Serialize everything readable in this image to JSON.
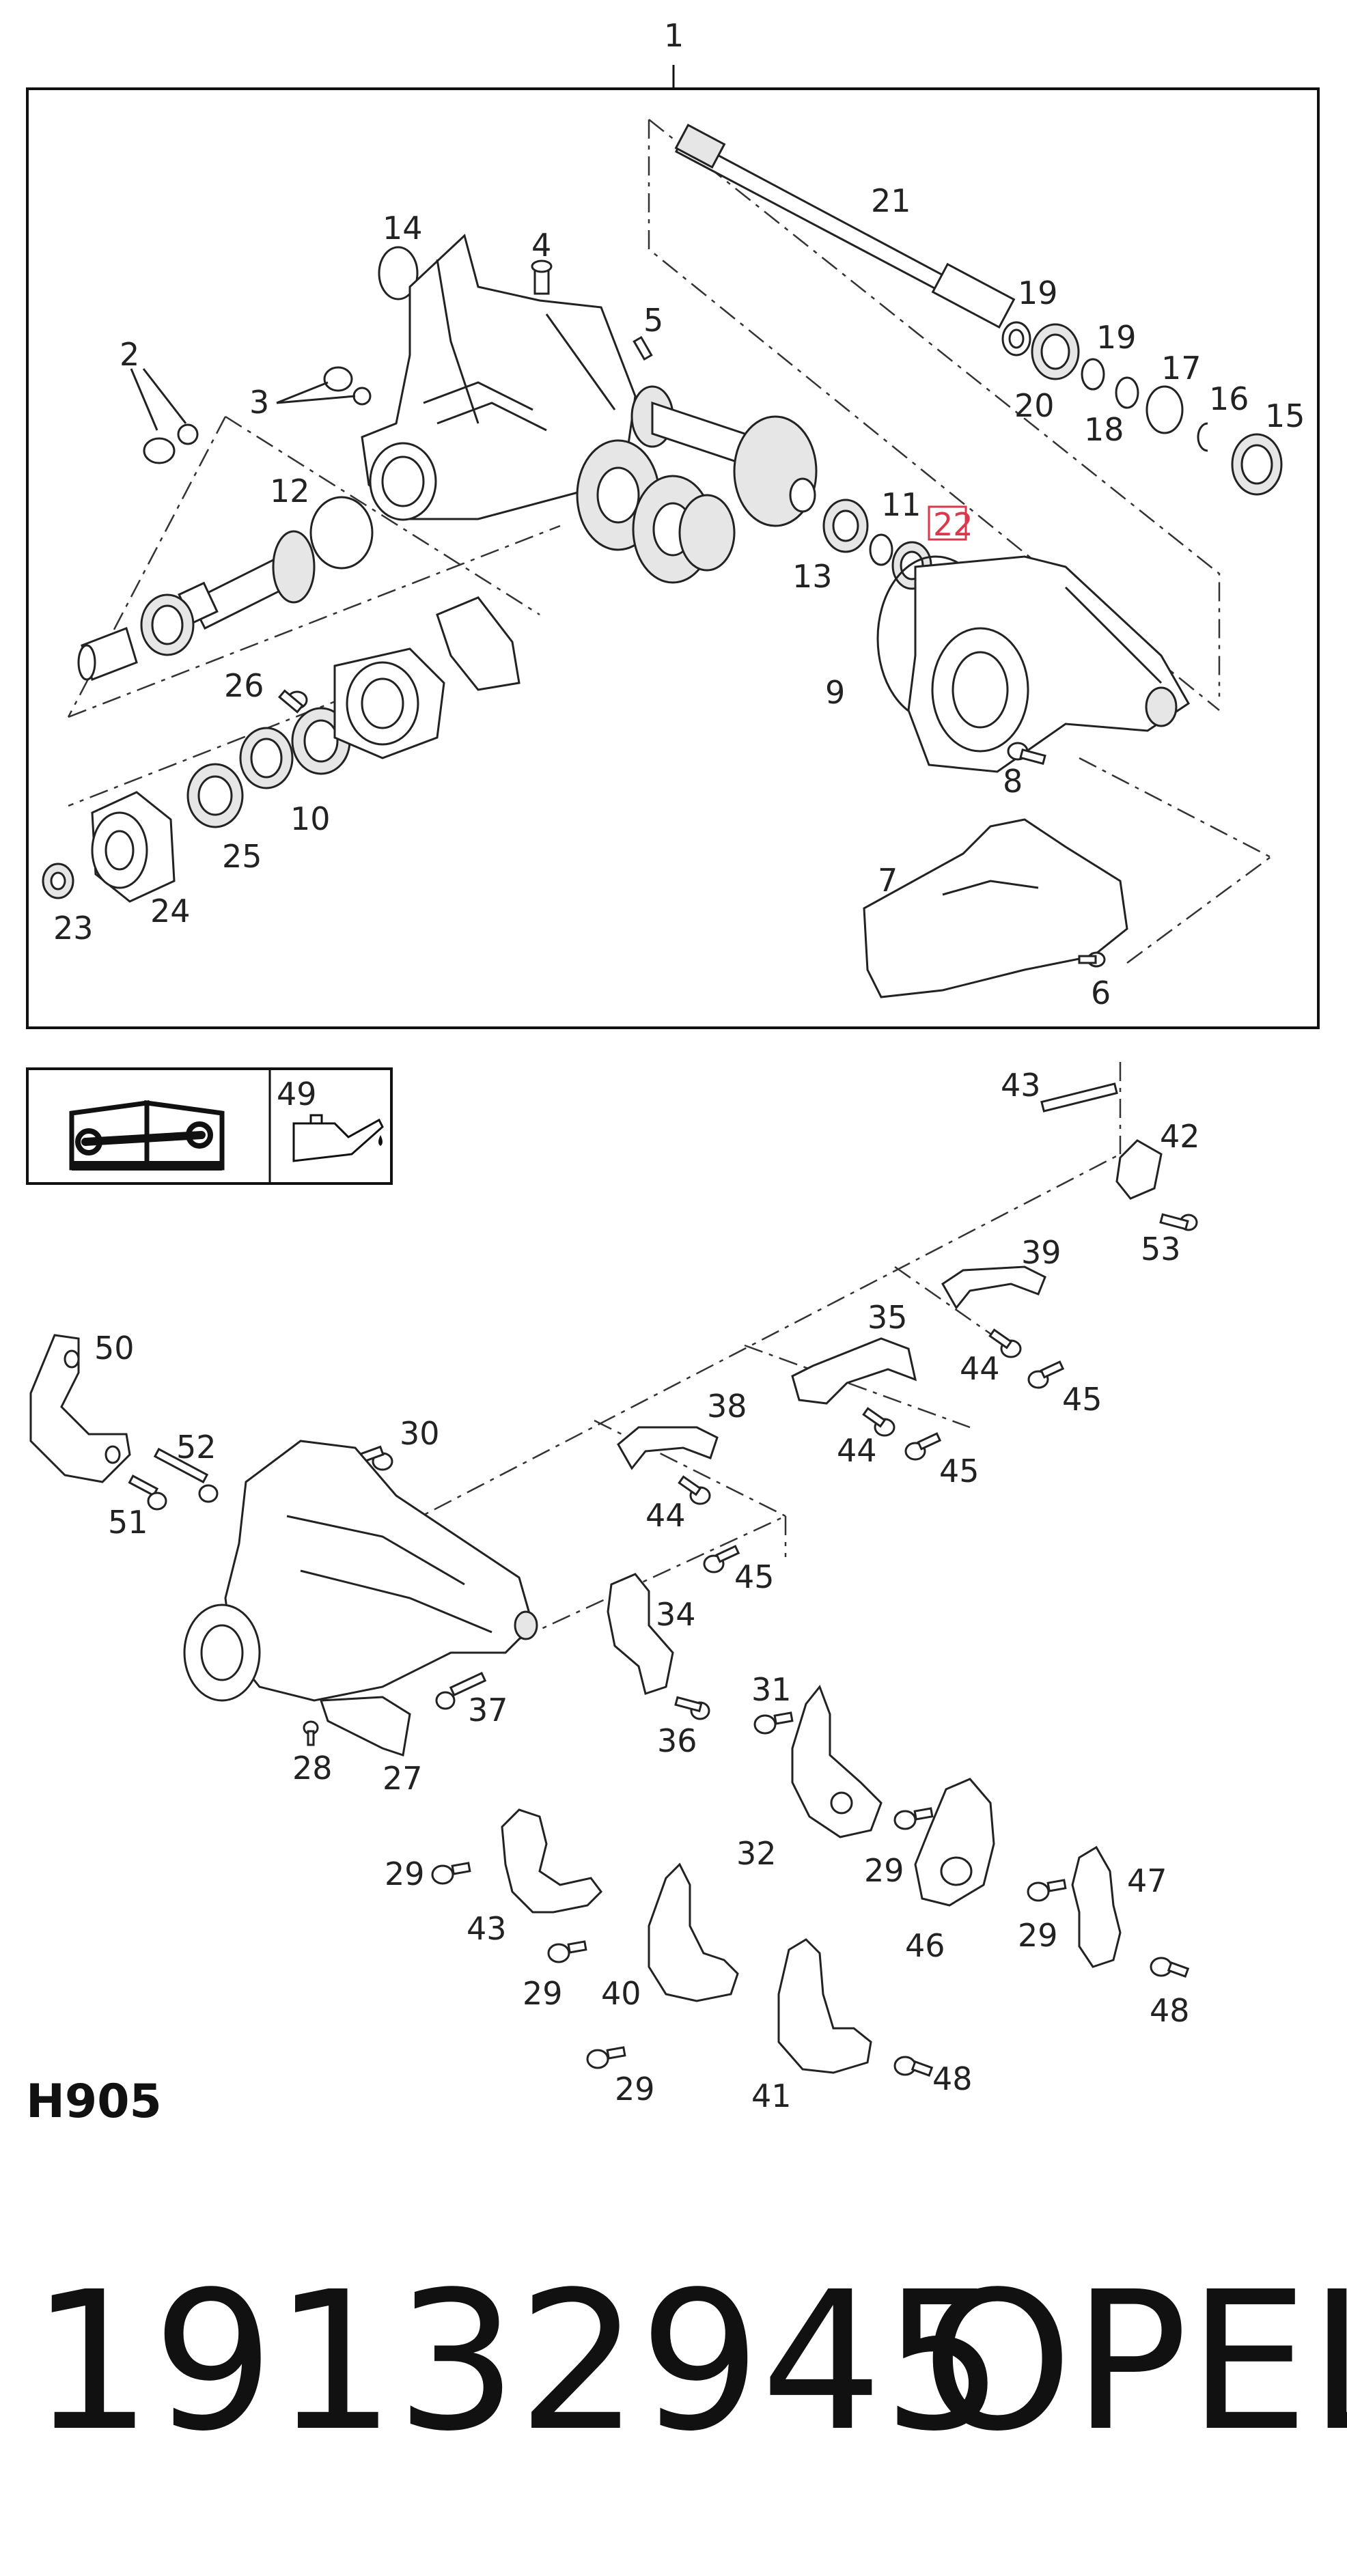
{
  "diagram_code": "H905",
  "part_number": "19132945",
  "brand": "OPEL",
  "highlight_color": "#d9394a",
  "legend": {
    "icon": "repair-manual-book-icon",
    "oil_item": "49",
    "oil_icon": "oil-can-icon"
  },
  "callouts": {
    "c1": "1",
    "c2": "2",
    "c3": "3",
    "c4": "4",
    "c5": "5",
    "c6": "6",
    "c7": "7",
    "c8": "8",
    "c9": "9",
    "c10": "10",
    "c11": "11",
    "c12": "12",
    "c13": "13",
    "c14": "14",
    "c15": "15",
    "c16": "16",
    "c17": "17",
    "c18": "18",
    "c19a": "19",
    "c19b": "19",
    "c20": "20",
    "c21": "21",
    "c22": "22",
    "c23": "23",
    "c24": "24",
    "c25": "25",
    "c26": "26",
    "c27": "27",
    "c28": "28",
    "c29a": "29",
    "c29b": "29",
    "c29c": "29",
    "c29d": "29",
    "c29e": "29",
    "c30": "30",
    "c31": "31",
    "c32": "32",
    "c34": "34",
    "c35": "35",
    "c36": "36",
    "c37": "37",
    "c38": "38",
    "c39": "39",
    "c40": "40",
    "c41": "41",
    "c42": "42",
    "c43a": "43",
    "c43b": "43",
    "c44a": "44",
    "c44b": "44",
    "c44c": "44",
    "c45a": "45",
    "c45b": "45",
    "c45c": "45",
    "c46": "46",
    "c47": "47",
    "c48a": "48",
    "c48b": "48",
    "c50": "50",
    "c51": "51",
    "c52": "52",
    "c53": "53"
  }
}
